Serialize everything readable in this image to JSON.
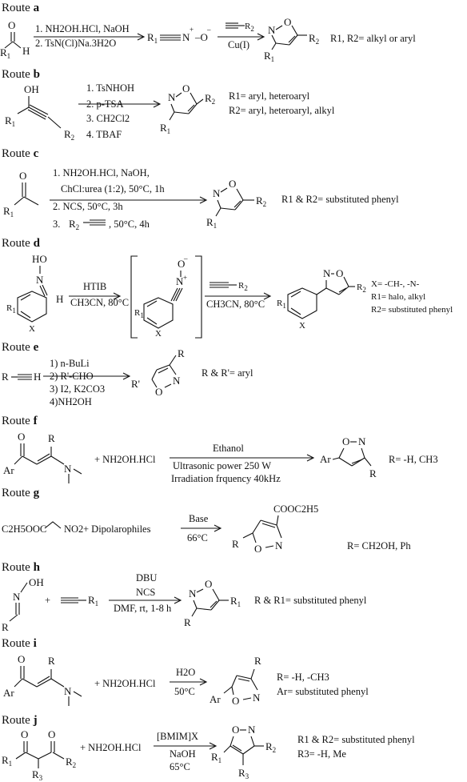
{
  "routes": [
    {
      "letter": "a",
      "label": "Route",
      "conditions": [
        "1. NH2OH.HCl, NaOH",
        "2. TsN(Cl)Na.3H2O"
      ],
      "catalyst": "Cu(I)",
      "note": "R1, R2= alkyl or aryl"
    },
    {
      "letter": "b",
      "label": "Route",
      "conditions": [
        "1. TsNHOH",
        "2. p-TSA",
        "3. CH2Cl2",
        "4. TBAF"
      ],
      "notes": [
        "R1= aryl, heteroaryl",
        "R2= aryl, heteroaryl, alkyl"
      ]
    },
    {
      "letter": "c",
      "label": "Route",
      "conditions": [
        "1. NH2OH.HCl, NaOH,",
        "ChCl:urea (1:2), 50°C, 1h",
        "2. NCS, 50°C, 3h",
        "3.",
        "  , 50°C, 4h"
      ],
      "note": "R1 & R2= substituted phenyl"
    },
    {
      "letter": "d",
      "label": "Route",
      "reagent1": [
        "HTIB",
        "CH3CN, 80°C"
      ],
      "reagent2": "CH3CN, 80°C",
      "notes": [
        "X= -CH-, -N-",
        "R1= halo, alkyl",
        "R2= substituted phenyl"
      ]
    },
    {
      "letter": "e",
      "label": "Route",
      "conditions": [
        "1) n-BuLi",
        "2) R'-CHO",
        "3) I2, K2CO3",
        "4)NH2OH"
      ],
      "note": "R & R'= aryl"
    },
    {
      "letter": "f",
      "label": "Route",
      "reagent": "+ NH2OH.HCl",
      "above": "Ethanol",
      "below": [
        "Ultrasonic power 250 W",
        "Irradiation frquency 40kHz"
      ],
      "note": "R= -H, CH3"
    },
    {
      "letter": "g",
      "label": "Route",
      "reactant": "C2H5OOC",
      "reactant2": "NO2",
      "reagent": "+ Dipolarophiles",
      "above": "Base",
      "below": "66°C",
      "ester": "COOC2H5",
      "note": "R= CH2OH, Ph"
    },
    {
      "letter": "h",
      "label": "Route",
      "above": [
        "DBU",
        "NCS"
      ],
      "below": "DMF, rt, 1-8 h",
      "note": "R & R1= substituted phenyl"
    },
    {
      "letter": "i",
      "label": "Route",
      "reagent": "+ NH2OH.HCl",
      "above": "H2O",
      "below": "50°C",
      "notes": [
        "R= -H, -CH3",
        "Ar= substituted phenyl"
      ]
    },
    {
      "letter": "j",
      "label": "Route",
      "reagent": "+ NH2OH.HCl",
      "above": "[BMIM]X",
      "below": [
        "NaOH",
        "65°C"
      ],
      "notes": [
        "R1 & R2= substituted phenyl",
        "R3= -H, Me"
      ]
    }
  ]
}
